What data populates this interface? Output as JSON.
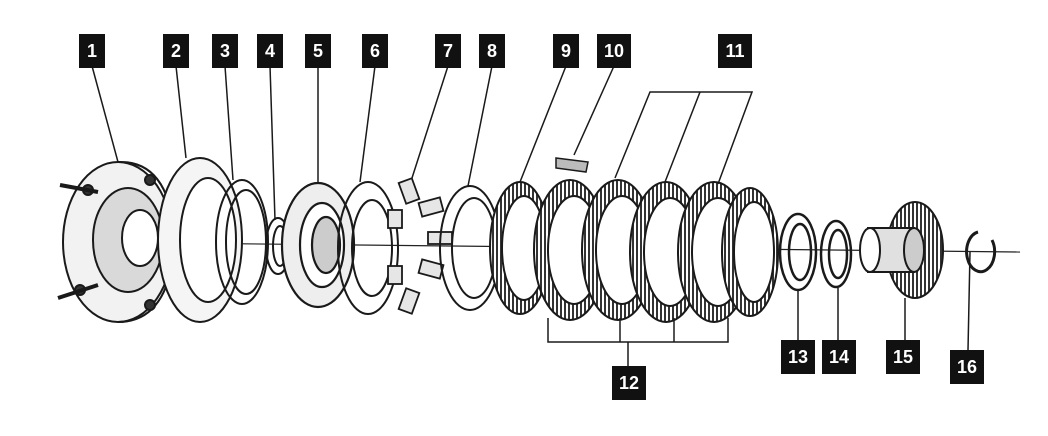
{
  "callouts": [
    {
      "id": "1",
      "label": "1"
    },
    {
      "id": "2",
      "label": "2"
    },
    {
      "id": "3",
      "label": "3"
    },
    {
      "id": "4",
      "label": "4"
    },
    {
      "id": "5",
      "label": "5"
    },
    {
      "id": "6",
      "label": "6"
    },
    {
      "id": "7",
      "label": "7"
    },
    {
      "id": "8",
      "label": "8"
    },
    {
      "id": "9",
      "label": "9"
    },
    {
      "id": "10",
      "label": "10"
    },
    {
      "id": "11",
      "label": "11"
    },
    {
      "id": "12",
      "label": "12"
    },
    {
      "id": "13",
      "label": "13"
    },
    {
      "id": "14",
      "label": "14"
    },
    {
      "id": "15",
      "label": "15"
    },
    {
      "id": "16",
      "label": "16"
    }
  ],
  "colors": {
    "ink": "#1a1a1a",
    "label_bg": "#111111",
    "label_text": "#ffffff"
  }
}
